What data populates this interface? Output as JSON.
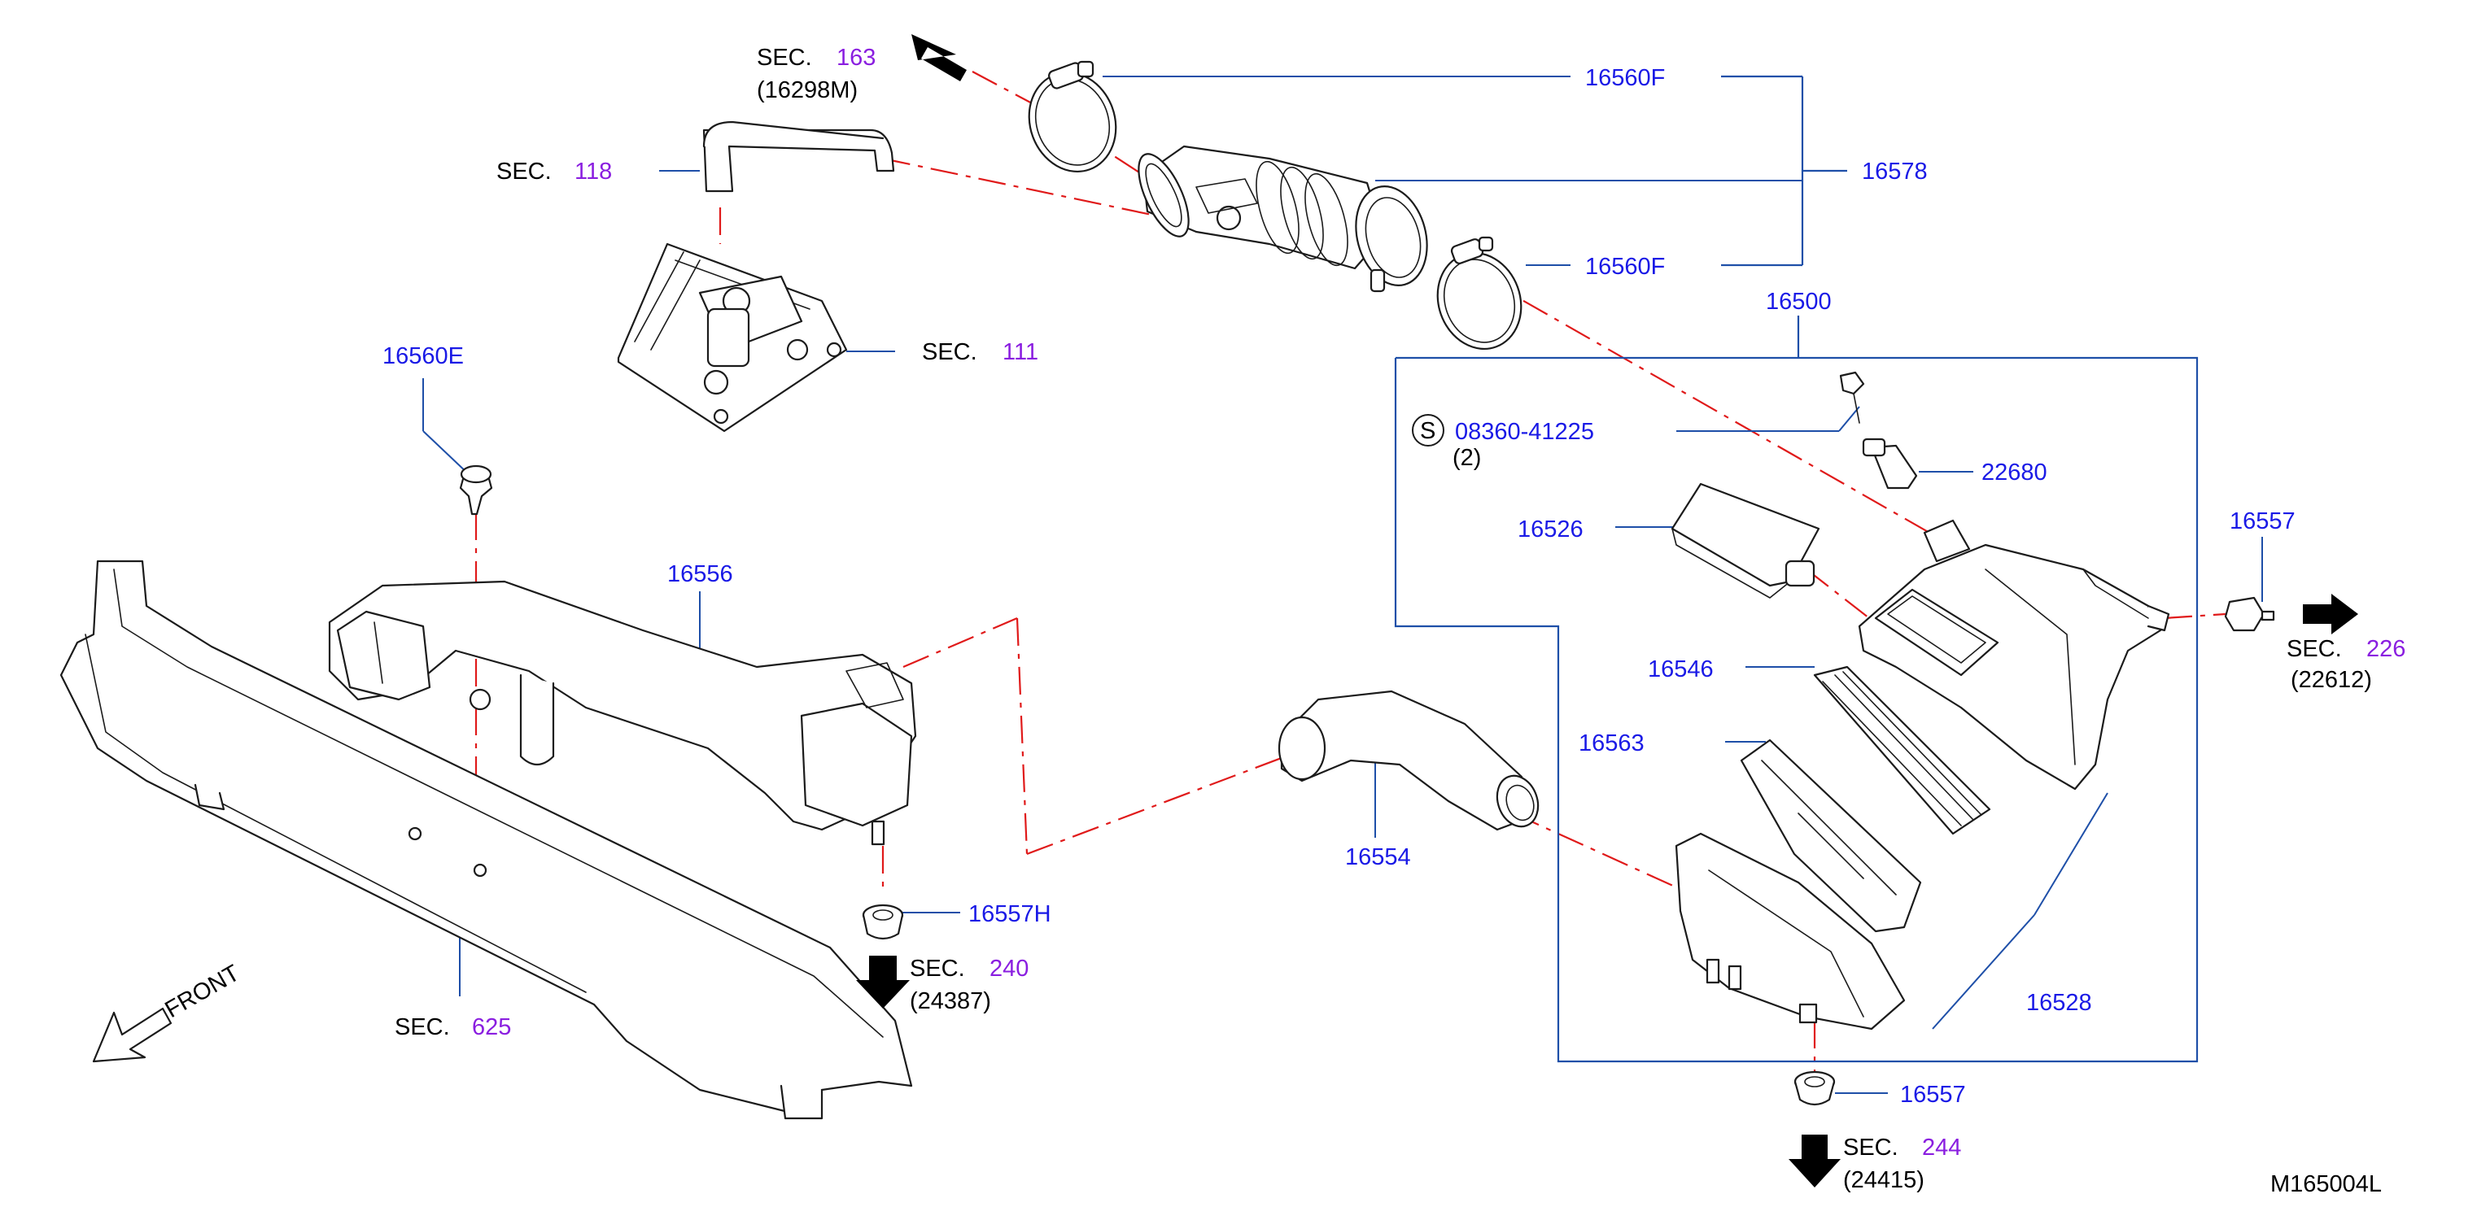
{
  "diagram_id": "M165004L",
  "front_label": "FRONT",
  "parts": {
    "p16560F_top": "16560F",
    "p16578": "16578",
    "p16560F_bottom": "16560F",
    "p16500": "16500",
    "p16560E": "16560E",
    "p16556": "16556",
    "p16557H": "16557H",
    "p16554": "16554",
    "p08360": "08360-41225",
    "p08360_qty": "(2)",
    "p08360_mark": "S",
    "p22680": "22680",
    "p16526": "16526",
    "p16546": "16546",
    "p16563": "16563",
    "p16528": "16528",
    "p16557_right": "16557",
    "p16557_bottom": "16557"
  },
  "sections": {
    "sec163": {
      "prefix": "SEC.",
      "num": "163",
      "ref": "(16298M)"
    },
    "sec118": {
      "prefix": "SEC.",
      "num": "118"
    },
    "sec111": {
      "prefix": "SEC.",
      "num": "111"
    },
    "sec240": {
      "prefix": "SEC.",
      "num": "240",
      "ref": "(24387)"
    },
    "sec625": {
      "prefix": "SEC.",
      "num": "625"
    },
    "sec226": {
      "prefix": "SEC.",
      "num": "226",
      "ref": "(22612)"
    },
    "sec244": {
      "prefix": "SEC.",
      "num": "244",
      "ref": "(24415)"
    }
  },
  "colors": {
    "part_number": "#1a1ae6",
    "section_number": "#8a1ee0",
    "leader_line": "#1e4fa8",
    "chain_line": "#e01a1a",
    "drawing_ink": "#1b1b1b"
  }
}
